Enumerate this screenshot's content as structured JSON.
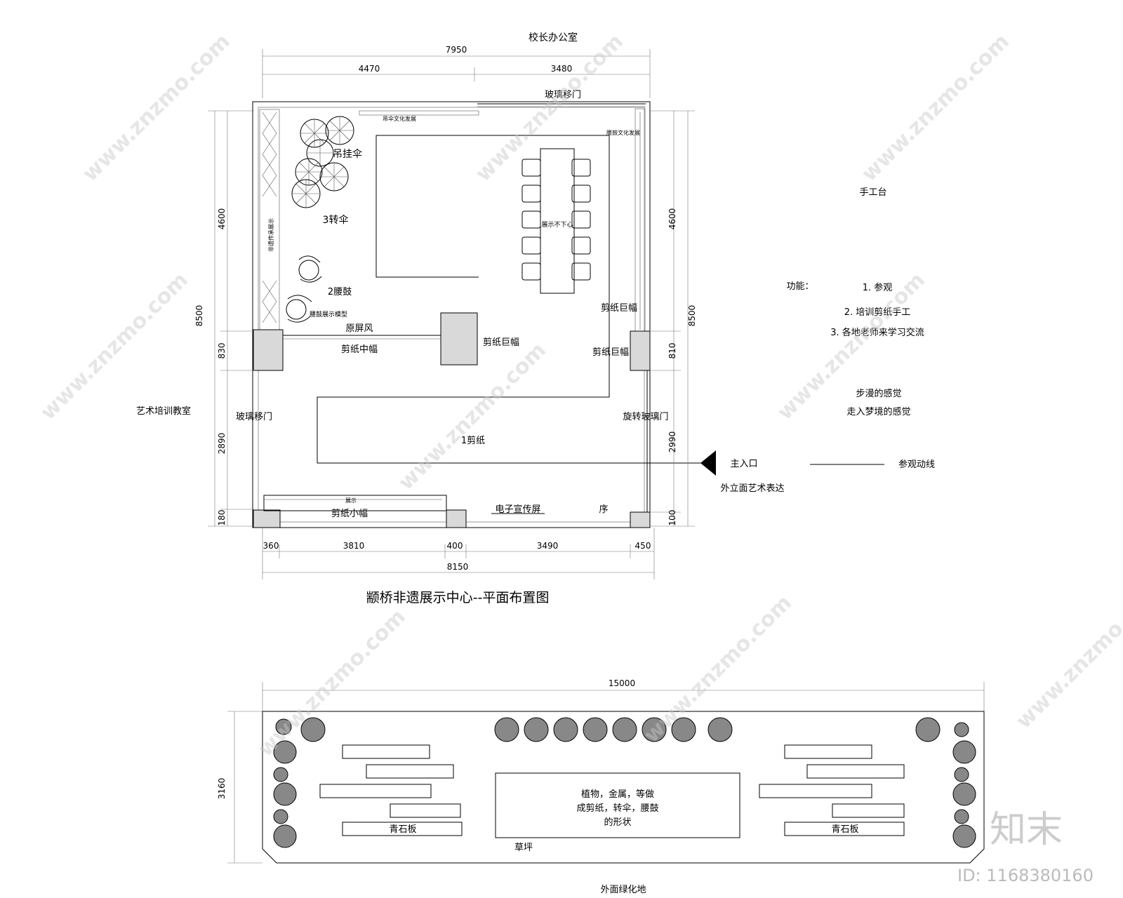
{
  "drawing": {
    "title": "颛桥非遗展示中心--平面布置图",
    "top_dims": {
      "total": "7950",
      "left": "4470",
      "right": "3480"
    },
    "bottom_dims": {
      "d1": "360",
      "d2": "3810",
      "d3": "400",
      "d4": "3490",
      "d5": "450",
      "total": "8150"
    },
    "left_dims": {
      "total": "8500",
      "d1": "4600",
      "d2": "830",
      "d3": "2890",
      "d4": "180"
    },
    "right_dims": {
      "total": "8500",
      "d1": "4600",
      "d2": "810",
      "d3": "2990",
      "d4": "100"
    },
    "labels": {
      "principal_office": "校长办公室",
      "glass_door_top": "玻璃移门",
      "hanging_umbrella": "吊挂伞",
      "umbrella_culture": "吊伞文化发展",
      "waist_drum_culture": "腰鼓文化发展",
      "spin_umbrella": "3转伞",
      "left_wall_text": "非遗传承展示",
      "waist_drum": "2腰鼓",
      "drum_display": "腰鼓展示模型",
      "original_screen": "原屏风",
      "papercut_medium": "剪纸中幅",
      "papercut_large_center": "剪纸巨幅",
      "papercut_large_right_top": "剪纸巨幅",
      "papercut_large_right": "剪纸巨幅",
      "table_label": "展示不下心",
      "glass_door_left": "玻璃移门",
      "revolving_door": "旋转玻璃门",
      "papercut_1": "1剪纸",
      "papercut_small": "剪纸小幅",
      "small_display": "展示",
      "e_screen": "电子宣传屏",
      "preface": "序",
      "art_room": "艺术培训教室",
      "main_entrance": "主入口",
      "facade": "外立面艺术表达"
    },
    "side_notes": {
      "handcraft_table": "手工台",
      "function_label": "功能：",
      "functions": [
        "1. 参观",
        "2. 培训剪纸手工",
        "3. 各地老师来学习交流"
      ],
      "feeling1": "步漫的感觉",
      "feeling2": "走入梦境的感觉",
      "route_label": "参观动线"
    },
    "garden": {
      "width_dim": "15000",
      "height_dim": "3160",
      "center_text_1": "植物，金属，等做",
      "center_text_2": "成剪纸，转伞，腰鼓",
      "center_text_3": "的形状",
      "bluestone_left": "青石板",
      "bluestone_right": "青石板",
      "lawn": "草坪",
      "outer_green": "外面绿化地"
    },
    "watermark": {
      "site": "www.znzmo.com",
      "brand": "知末",
      "id": "ID: 1168380160"
    }
  }
}
